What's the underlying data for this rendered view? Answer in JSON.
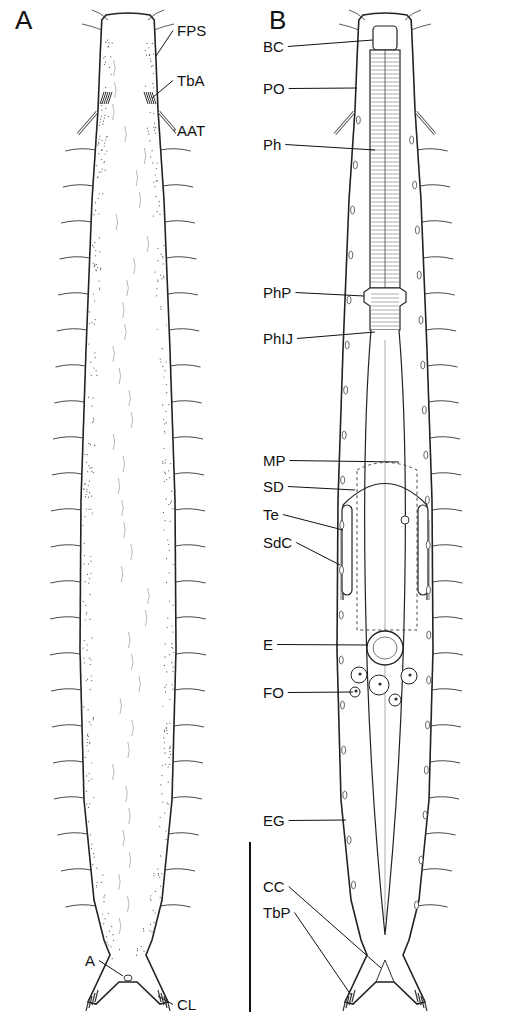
{
  "diagram": {
    "labels": [
      "A",
      "B",
      "FPS",
      "TbA",
      "AAT",
      "A",
      "CL",
      "BC",
      "PO",
      "Ph",
      "PhP",
      "PhIJ",
      "MP",
      "SD",
      "Te",
      "SdC",
      "E",
      "FO",
      "EG",
      "CC",
      "TbP"
    ]
  }
}
